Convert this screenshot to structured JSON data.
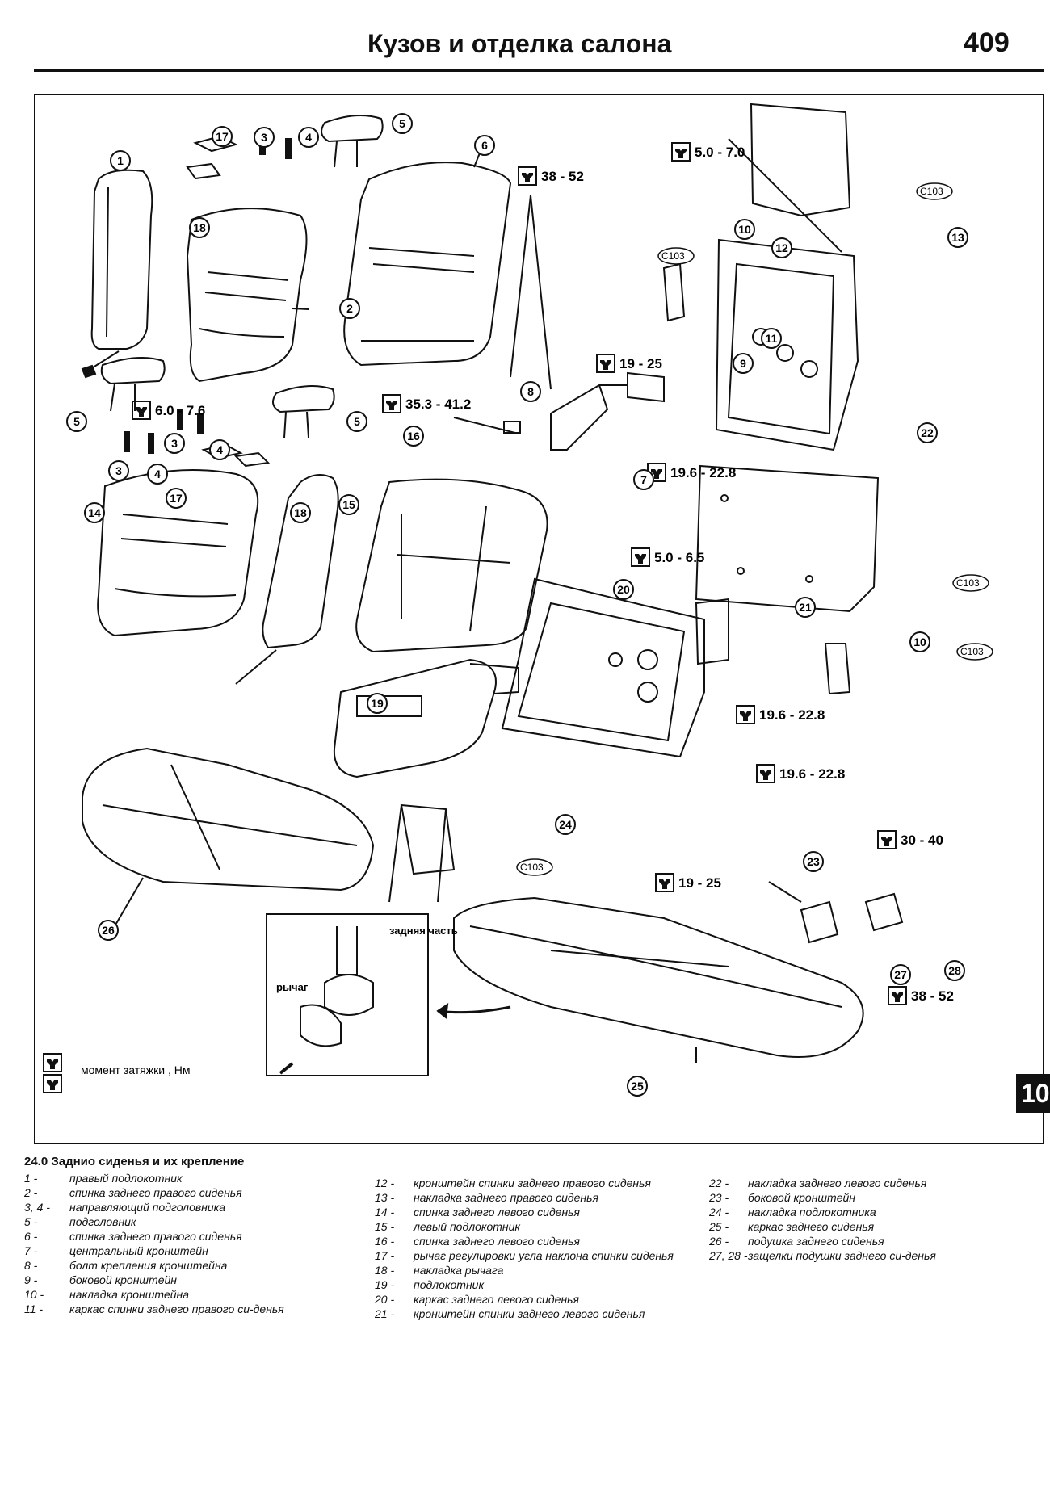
{
  "header": {
    "title": "Кузов и отделка салона",
    "page_number": "409"
  },
  "side_tab": "10",
  "torque_specs": [
    {
      "id": "t1",
      "value": "6.0 - 7.6"
    },
    {
      "id": "t2",
      "value": "38 - 52"
    },
    {
      "id": "t3",
      "value": "5.0 - 7.0"
    },
    {
      "id": "t4",
      "value": "19 - 25"
    },
    {
      "id": "t5",
      "value": "35.3 - 41.2"
    },
    {
      "id": "t6",
      "value": "19.6 - 22.8"
    },
    {
      "id": "t7",
      "value": "5.0 - 6.5"
    },
    {
      "id": "t8",
      "value": "19.6 - 22.8"
    },
    {
      "id": "t9",
      "value": "19.6 - 22.8"
    },
    {
      "id": "t10",
      "value": "30 - 40"
    },
    {
      "id": "t11",
      "value": "19 - 25"
    },
    {
      "id": "t12",
      "value": "38 - 52"
    }
  ],
  "clip_code": "C103",
  "inset": {
    "rear_label": "задняя часть",
    "lever_label": "рычаг"
  },
  "legend": {
    "torque_label": "момент затяжки , Нм"
  },
  "caption": {
    "title": "24.0 Заднио сиденья и их крепление",
    "items": [
      {
        "n": "1 -",
        "t": "правый подлокотник"
      },
      {
        "n": "2 -",
        "t": "спинка заднего правого сиденья"
      },
      {
        "n": "3, 4 -",
        "t": "направляющий подголовника"
      },
      {
        "n": "5 -",
        "t": "подголовник"
      },
      {
        "n": "6 -",
        "t": "спинка заднего правого сиденья"
      },
      {
        "n": "7 -",
        "t": "центральный кронштейн"
      },
      {
        "n": "8 -",
        "t": "болт крепления кронштейна"
      },
      {
        "n": "9 -",
        "t": "боковой кронштейн"
      },
      {
        "n": "10 -",
        "t": "накладка кронштейна"
      },
      {
        "n": "11 -",
        "t": "каркас спинки заднего правого си-денья"
      },
      {
        "n": "12 -",
        "t": "кронштейн спинки заднего правого сиденья"
      },
      {
        "n": "13 -",
        "t": "накладка заднего правого сиденья"
      },
      {
        "n": "14 -",
        "t": "спинка заднего левого сиденья"
      },
      {
        "n": "15 -",
        "t": "левый подлокотник"
      },
      {
        "n": "16 -",
        "t": "спинка заднего левого сиденья"
      },
      {
        "n": "17 -",
        "t": "рычаг регулировки угла наклона спинки сиденья"
      },
      {
        "n": "18 -",
        "t": "накладка рычага"
      },
      {
        "n": "19 -",
        "t": "подлокотник"
      },
      {
        "n": "20 -",
        "t": "каркас заднего левого сиденья"
      },
      {
        "n": "21 -",
        "t": "кронштейн спинки заднего левого сиденья"
      },
      {
        "n": "22 -",
        "t": "накладка заднего левого сиденья"
      },
      {
        "n": "23 -",
        "t": "боковой кронштейн"
      },
      {
        "n": "24 -",
        "t": "накладка подлокотника"
      },
      {
        "n": "25 -",
        "t": "каркас заднего сиденья"
      },
      {
        "n": "26 -",
        "t": "подушка заднего сиденья"
      },
      {
        "n": "27, 28 -",
        "t": "защелки подушки заднего си-денья"
      }
    ]
  }
}
